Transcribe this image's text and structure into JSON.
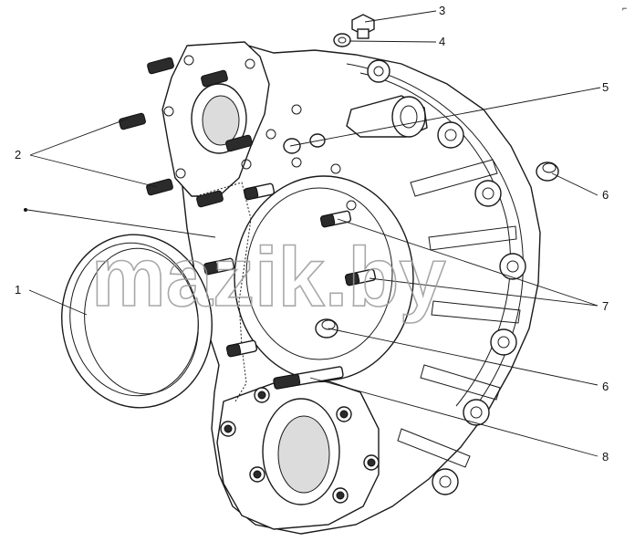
{
  "watermark": "mazik.by",
  "corner_mark": "⌐",
  "callouts": {
    "c1": "1",
    "c2": "2",
    "c3": "3",
    "c4": "4",
    "c5": "5",
    "c6a": "6",
    "c6b": "6",
    "c7": "7",
    "c8": "8"
  },
  "colors": {
    "line": "#1a1a1a",
    "background": "#ffffff",
    "watermark": "#9a9a9a"
  }
}
